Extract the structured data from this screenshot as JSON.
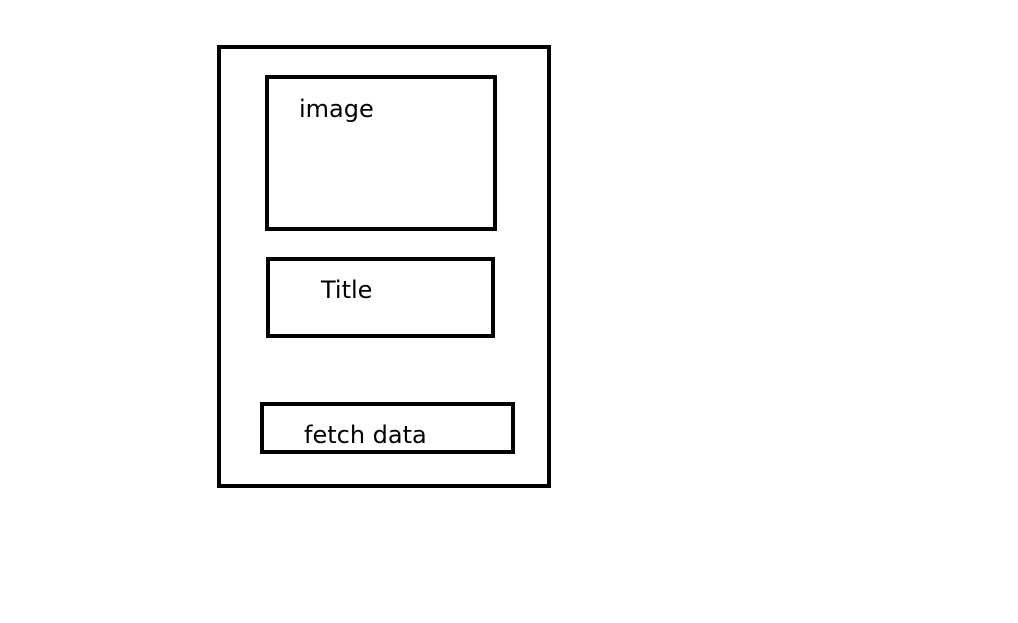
{
  "card": {
    "image_label": "image",
    "title_label": "Title",
    "button_label": "fetch data"
  },
  "colors": {
    "stroke": "#000000",
    "background": "#ffffff"
  }
}
